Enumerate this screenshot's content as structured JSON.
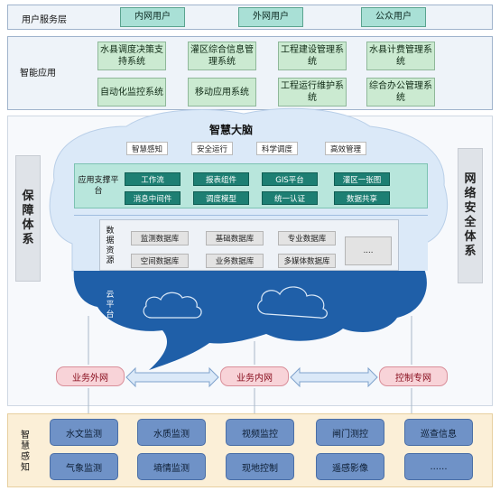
{
  "user_layer": {
    "label": "用户服务层",
    "items": [
      "内网用户",
      "外网用户",
      "公众用户"
    ]
  },
  "smart_app": {
    "label": "智能应用",
    "items": [
      "水县调度决策支持系统",
      "灌区综合信息管理系统",
      "工程建设管理系统",
      "水县计费管理系统",
      "自动化监控系统",
      "移动应用系统",
      "工程运行维护系统",
      "综合办公管理系统"
    ]
  },
  "brain": {
    "title": "智慧大脑",
    "tags": [
      "智慧感知",
      "安全运行",
      "科学调度",
      "高效管理"
    ]
  },
  "app_support": {
    "label": "应用支撑平台",
    "items": [
      "工作流",
      "报表组件",
      "GIS平台",
      "灌区一张图",
      "消息中间件",
      "调度模型",
      "统一认证",
      "数据共享"
    ]
  },
  "data_resources": {
    "label": "数据资源",
    "items": [
      "监测数据库",
      "基础数据库",
      "专业数据库",
      "....",
      "空间数据库",
      "业务数据库",
      "多媒体数据库"
    ]
  },
  "cloud": {
    "label": "云平台"
  },
  "left_side": {
    "label": "保障体系"
  },
  "right_side": {
    "label": "网络安全体系"
  },
  "networks": [
    "业务外网",
    "业务内网",
    "控制专网"
  ],
  "sensing": {
    "label": "智慧感知",
    "items": [
      "水文监测",
      "水质监测",
      "视频监控",
      "闸门测控",
      "巡查信息",
      "气象监测",
      "墒情监测",
      "现地控制",
      "遥感影像",
      "......"
    ]
  },
  "colors": {
    "app_band": "#eef3f9",
    "brain_light": "#dbe9f8",
    "cloud_blue": "#1f5fa8",
    "teal": "#a9e0d6"
  }
}
